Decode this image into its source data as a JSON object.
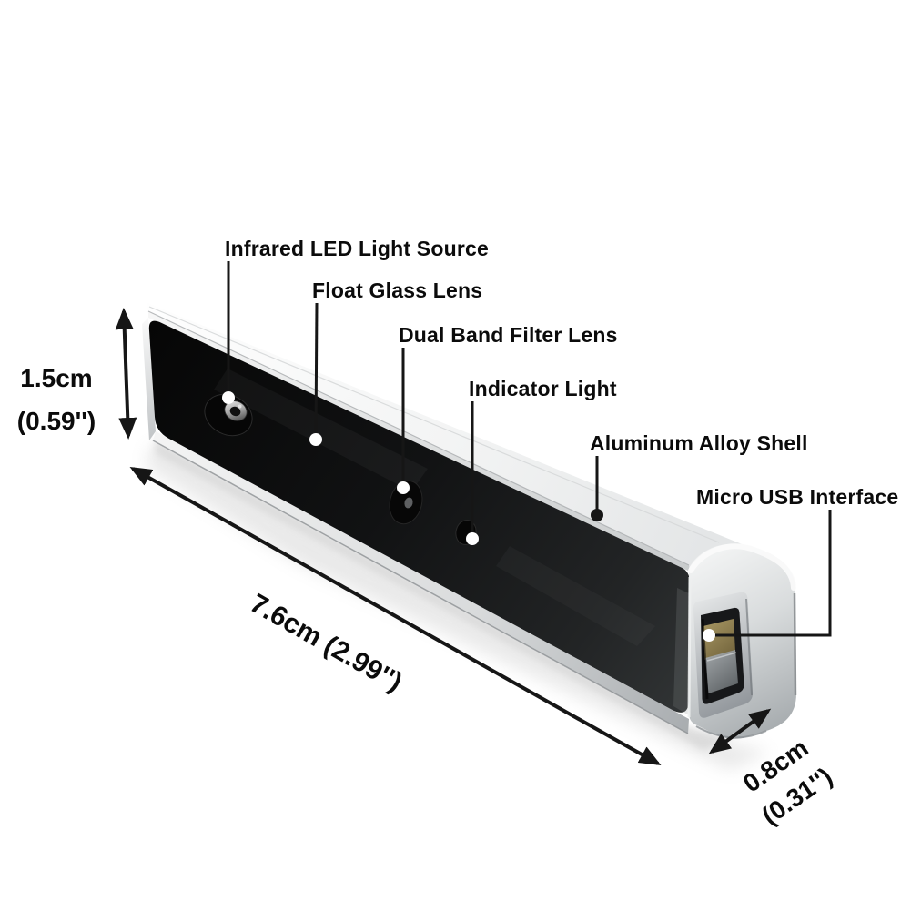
{
  "callouts": [
    {
      "label": "Infrared LED Light Source"
    },
    {
      "label": "Float Glass Lens"
    },
    {
      "label": "Dual Band Filter Lens"
    },
    {
      "label": "Indicator Light"
    },
    {
      "label": "Aluminum Alloy Shell"
    },
    {
      "label": "Micro USB Interface"
    }
  ],
  "dimensions": {
    "height": {
      "metric": "1.5cm",
      "imperial": "(0.59'')"
    },
    "length": {
      "label": "7.6cm (2.99'')"
    },
    "depth": {
      "metric": "0.8cm",
      "imperial": "(0.31'')"
    }
  },
  "colors": {
    "background": "#ffffff",
    "annotation": "#161616",
    "shell_silver": "#e7e9ea",
    "panel_black": "#111213",
    "usb_pins_gold": "#9a8a58"
  }
}
